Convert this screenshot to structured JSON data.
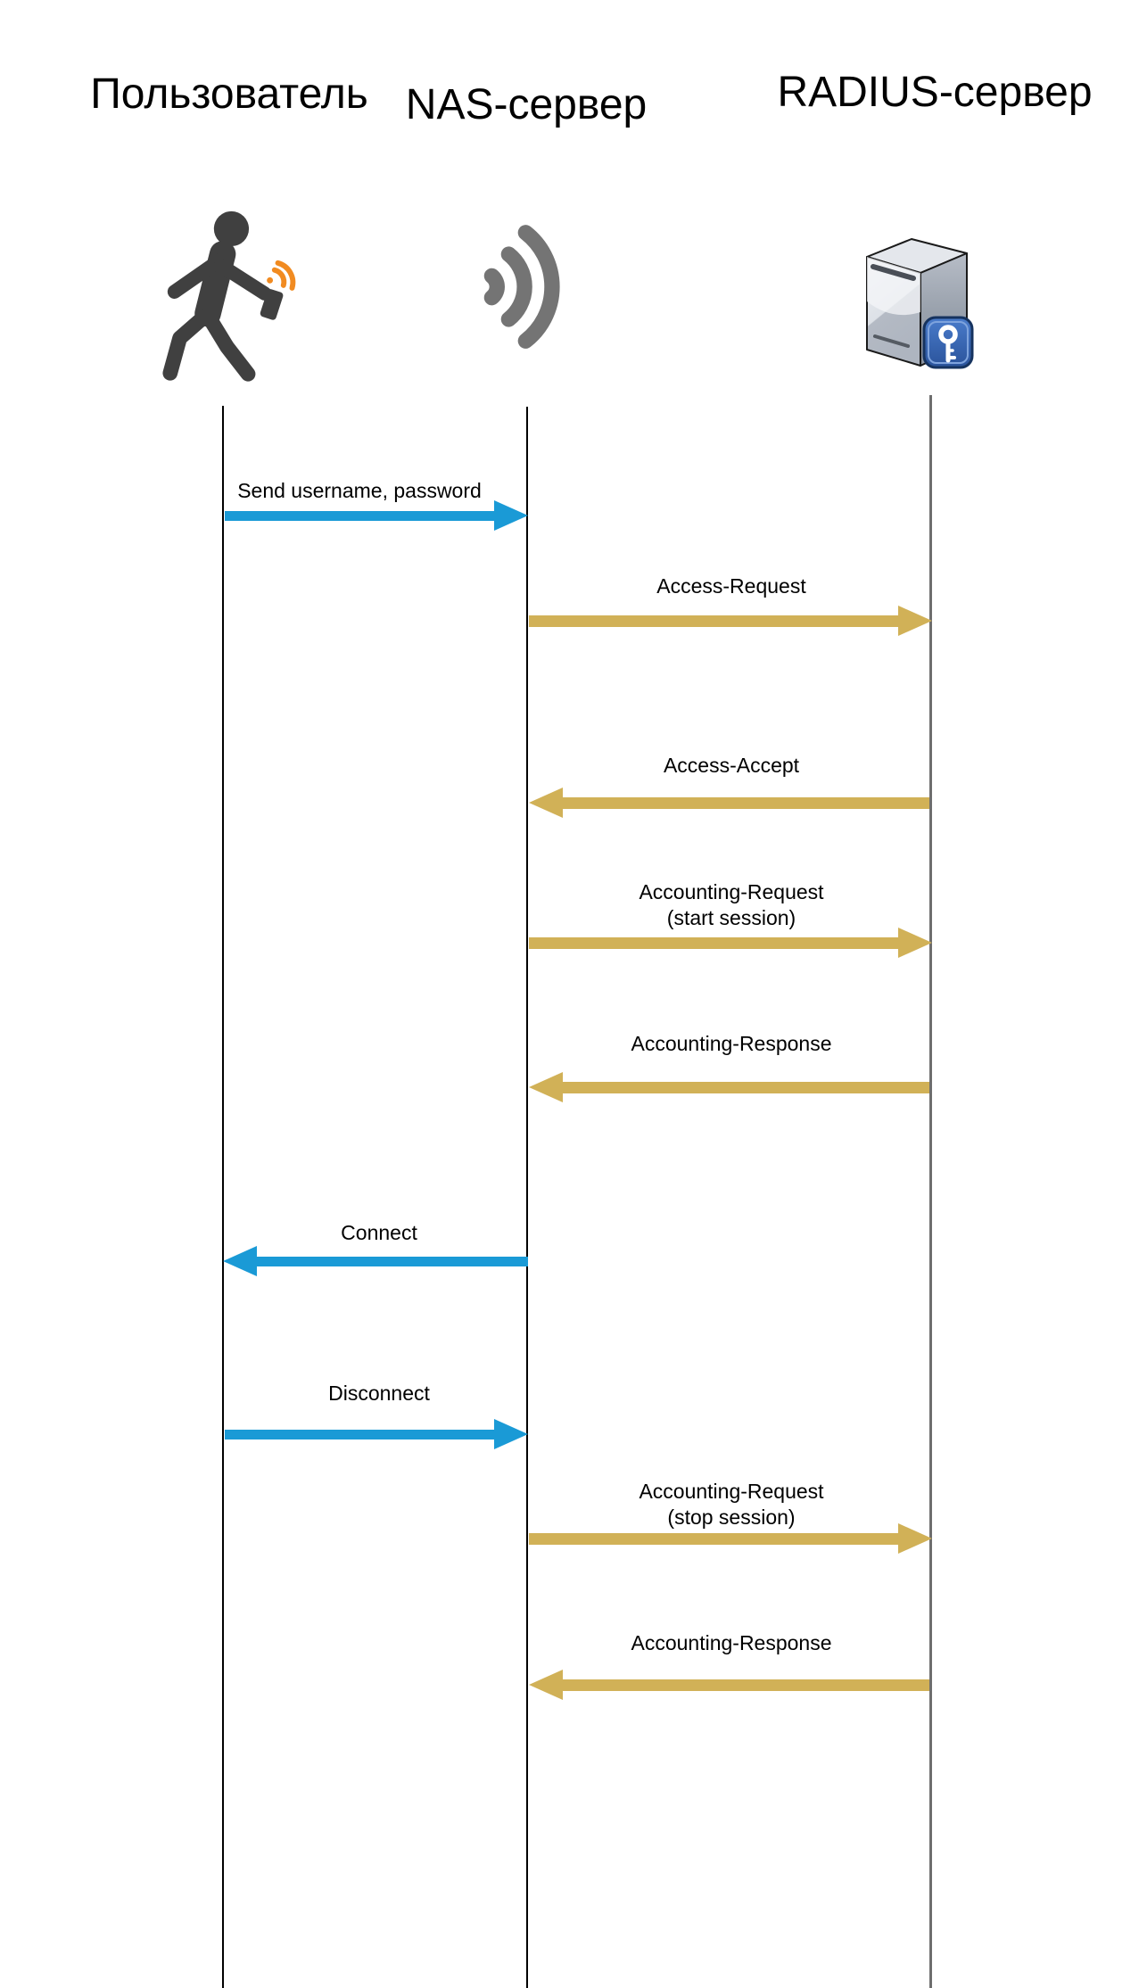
{
  "actors": [
    {
      "name": "Пользователь",
      "icon": "walking-user-icon"
    },
    {
      "name": "NAS-сервер",
      "icon": "wifi-signal-icon"
    },
    {
      "name": "RADIUS-сервер",
      "icon": "server-key-icon"
    }
  ],
  "messages": [
    {
      "label": "Send username, password",
      "from": "Пользователь",
      "to": "NAS-сервер",
      "direction": "right",
      "color": "#1a9ad6"
    },
    {
      "label": "Access-Request",
      "from": "NAS-сервер",
      "to": "RADIUS-сервер",
      "direction": "right",
      "color": "#d1b157"
    },
    {
      "label": "Access-Accept",
      "from": "RADIUS-сервер",
      "to": "NAS-сервер",
      "direction": "left",
      "color": "#d1b157"
    },
    {
      "label": "Accounting-Request",
      "sublabel": "(start session)",
      "from": "NAS-сервер",
      "to": "RADIUS-сервер",
      "direction": "right",
      "color": "#d1b157"
    },
    {
      "label": "Accounting-Response",
      "from": "RADIUS-сервер",
      "to": "NAS-сервер",
      "direction": "left",
      "color": "#d1b157"
    },
    {
      "label": "Connect",
      "from": "NAS-сервер",
      "to": "Пользователь",
      "direction": "left",
      "color": "#1a9ad6"
    },
    {
      "label": "Disconnect",
      "from": "Пользователь",
      "to": "NAS-сервер",
      "direction": "right",
      "color": "#1a9ad6"
    },
    {
      "label": "Accounting-Request",
      "sublabel": "(stop session)",
      "from": "NAS-сервер",
      "to": "RADIUS-сервер",
      "direction": "right",
      "color": "#d1b157"
    },
    {
      "label": "Accounting-Response",
      "from": "RADIUS-сервер",
      "to": "NAS-сервер",
      "direction": "left",
      "color": "#d1b157"
    }
  ],
  "colors": {
    "user_nas_arrow": "#1a9ad6",
    "nas_radius_arrow": "#d1b157",
    "person_icon": "#404040",
    "phone_wifi": "#f18b21",
    "nas_wifi_icon": "#747474",
    "key_badge_blue": "#2d5fa8",
    "lifeline": "#000000",
    "radius_lifeline": "#6e6e6e",
    "background": "#ffffff",
    "label_text": "#000000"
  }
}
